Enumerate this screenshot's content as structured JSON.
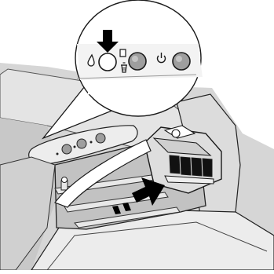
{
  "figure": {
    "kind": "printer-ink-cartridge-replacement-illustration",
    "colors": {
      "background": "#ffffff",
      "body_light": "#e6e6e6",
      "body_mid": "#cfcfcf",
      "body_dark": "#9a9a9a",
      "outline": "#1a1a1a",
      "button_fill": "#9e9e9e",
      "cartridge": "#111111",
      "arrow_black": "#000000",
      "arrow_white": "#ffffff"
    }
  },
  "control_panel": {
    "buttons": [
      {
        "name": "ink-button",
        "icon": "ink-drop-icon",
        "pressed": true
      },
      {
        "name": "paper-cancel-button",
        "icon": "paper-trash-icon",
        "pressed": false
      },
      {
        "name": "power-button",
        "icon": "power-icon",
        "pressed": false
      }
    ]
  },
  "arrows": {
    "press_indicator": "down-arrow-icon",
    "cartridge_motion": "right-arrow-icon",
    "path_curve": "curved-path-arrow"
  }
}
